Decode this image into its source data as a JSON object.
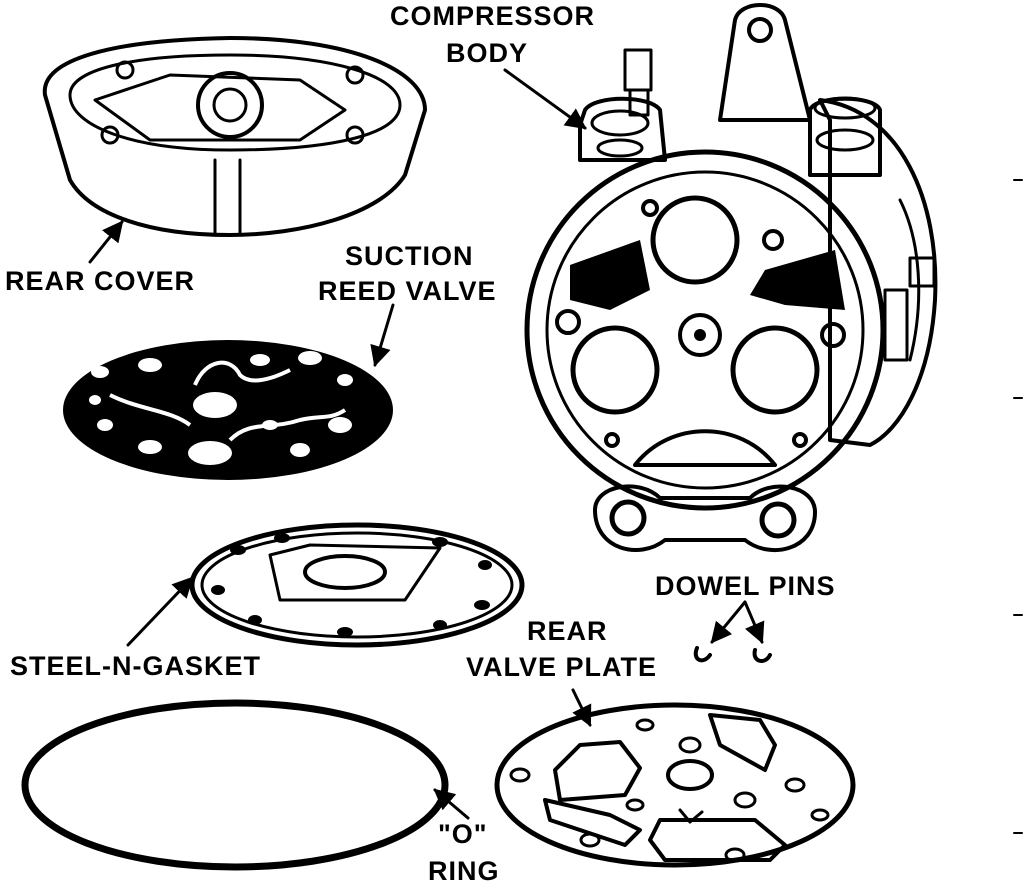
{
  "labels": {
    "compressor_body_1": "COMPRESSOR",
    "compressor_body_2": "BODY",
    "rear_cover": "REAR COVER",
    "suction_1": "SUCTION",
    "suction_2": "REED VALVE",
    "dowel_pins": "DOWEL PINS",
    "steel_gasket": "STEEL-N-GASKET",
    "rear_valve_1": "REAR",
    "rear_valve_2": "VALVE PLATE",
    "o_ring_1": "\"O\"",
    "o_ring_2": "RING"
  },
  "colors": {
    "ink": "#000000",
    "paper": "#ffffff",
    "shade": "#c8c8c8"
  }
}
